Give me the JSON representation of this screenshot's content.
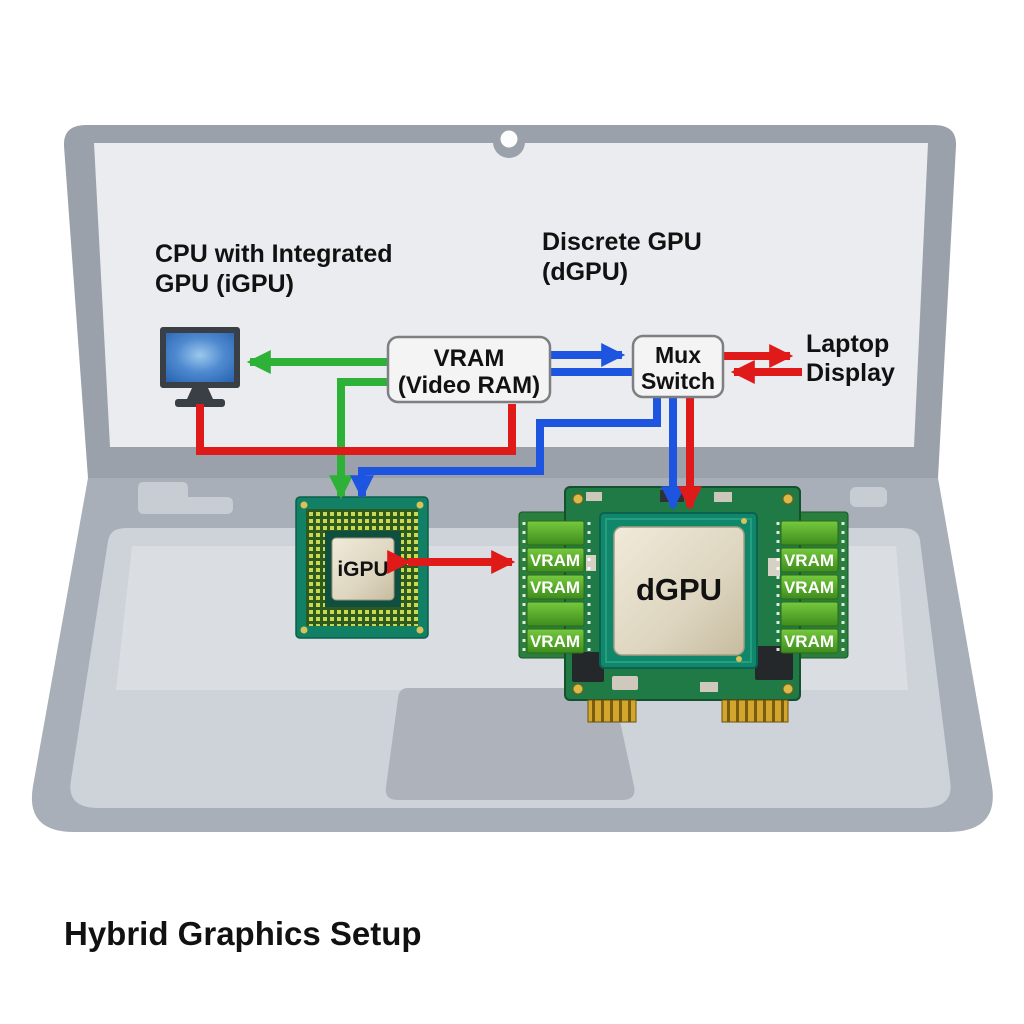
{
  "title": "Hybrid Graphics Setup",
  "labels": {
    "cpu_igpu": {
      "line1": "CPU with Integrated",
      "line2": "GPU (iGPU)"
    },
    "discrete_gpu": {
      "line1": "Discrete GPU",
      "line2": "(dGPU)"
    },
    "laptop_display": {
      "line1": "Laptop",
      "line2": "Display"
    }
  },
  "nodes": {
    "vram_box": {
      "line1": "VRAM",
      "line2": "(Video RAM)"
    },
    "mux_switch": {
      "line1": "Mux",
      "line2": "Switch"
    },
    "igpu_chip": "iGPU",
    "dgpu_chip": "dGPU",
    "vram_module": "VRAM"
  },
  "colors": {
    "wire_green": "#2db237",
    "wire_blue": "#1d55e0",
    "wire_red": "#e01919",
    "box_fill": "#f4f4f5",
    "box_stroke": "#7d7f82",
    "laptop_frame": "#9aa1ab",
    "laptop_screen": "#eaecef",
    "laptop_base": "#a9afb8",
    "laptop_deck": "#ced3d9",
    "keyboard_well": "#dadde2",
    "touchpad": "#aeb3bb",
    "pcb_green": "#1f7a45",
    "monitor_frame": "#3a3f46"
  }
}
